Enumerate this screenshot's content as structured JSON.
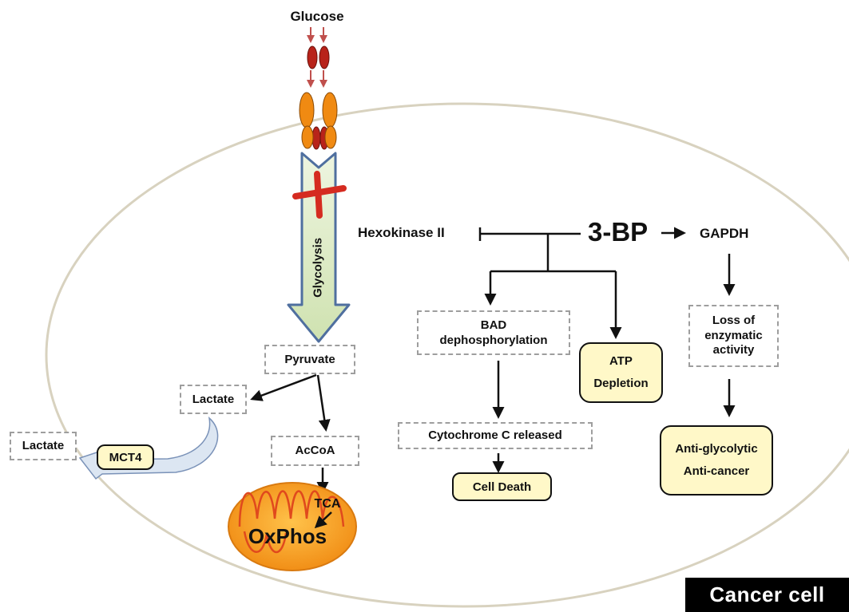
{
  "glucose": "Glucose",
  "glycolysis": "Glycolysis",
  "hexokinase": "Hexokinase II",
  "drug": "3-BP",
  "gapdh": "GAPDH",
  "pyruvate": "Pyruvate",
  "lactate_inner": "Lactate",
  "lactate_outer": "Lactate",
  "mct4": "MCT4",
  "acoa": "AcCoA",
  "tca": "TCA",
  "oxphos": "OxPhos",
  "bad": [
    "BAD",
    "dephosphorylation"
  ],
  "atp": [
    "ATP",
    "Depletion"
  ],
  "cytochrome": "Cytochrome C released",
  "cell_death": "Cell Death",
  "loss": [
    "Loss of",
    "enzymatic",
    "activity"
  ],
  "anti": [
    "Anti-glycolytic",
    "Anti-cancer"
  ],
  "cell_label": "Cancer cell",
  "colors": {
    "cell_outline": "#d8d2bf",
    "glycolysis_fill": "#d9e8c2",
    "glycolysis_border": "#4f6f9f",
    "transporter_orange": "#f08a12",
    "glucose_red": "#b8231a",
    "inhibit_cross": "#d52b20",
    "mito_orange": "#f7a01e",
    "mito_cristae": "#e0491d",
    "yellow_box": "#fff8c8"
  }
}
